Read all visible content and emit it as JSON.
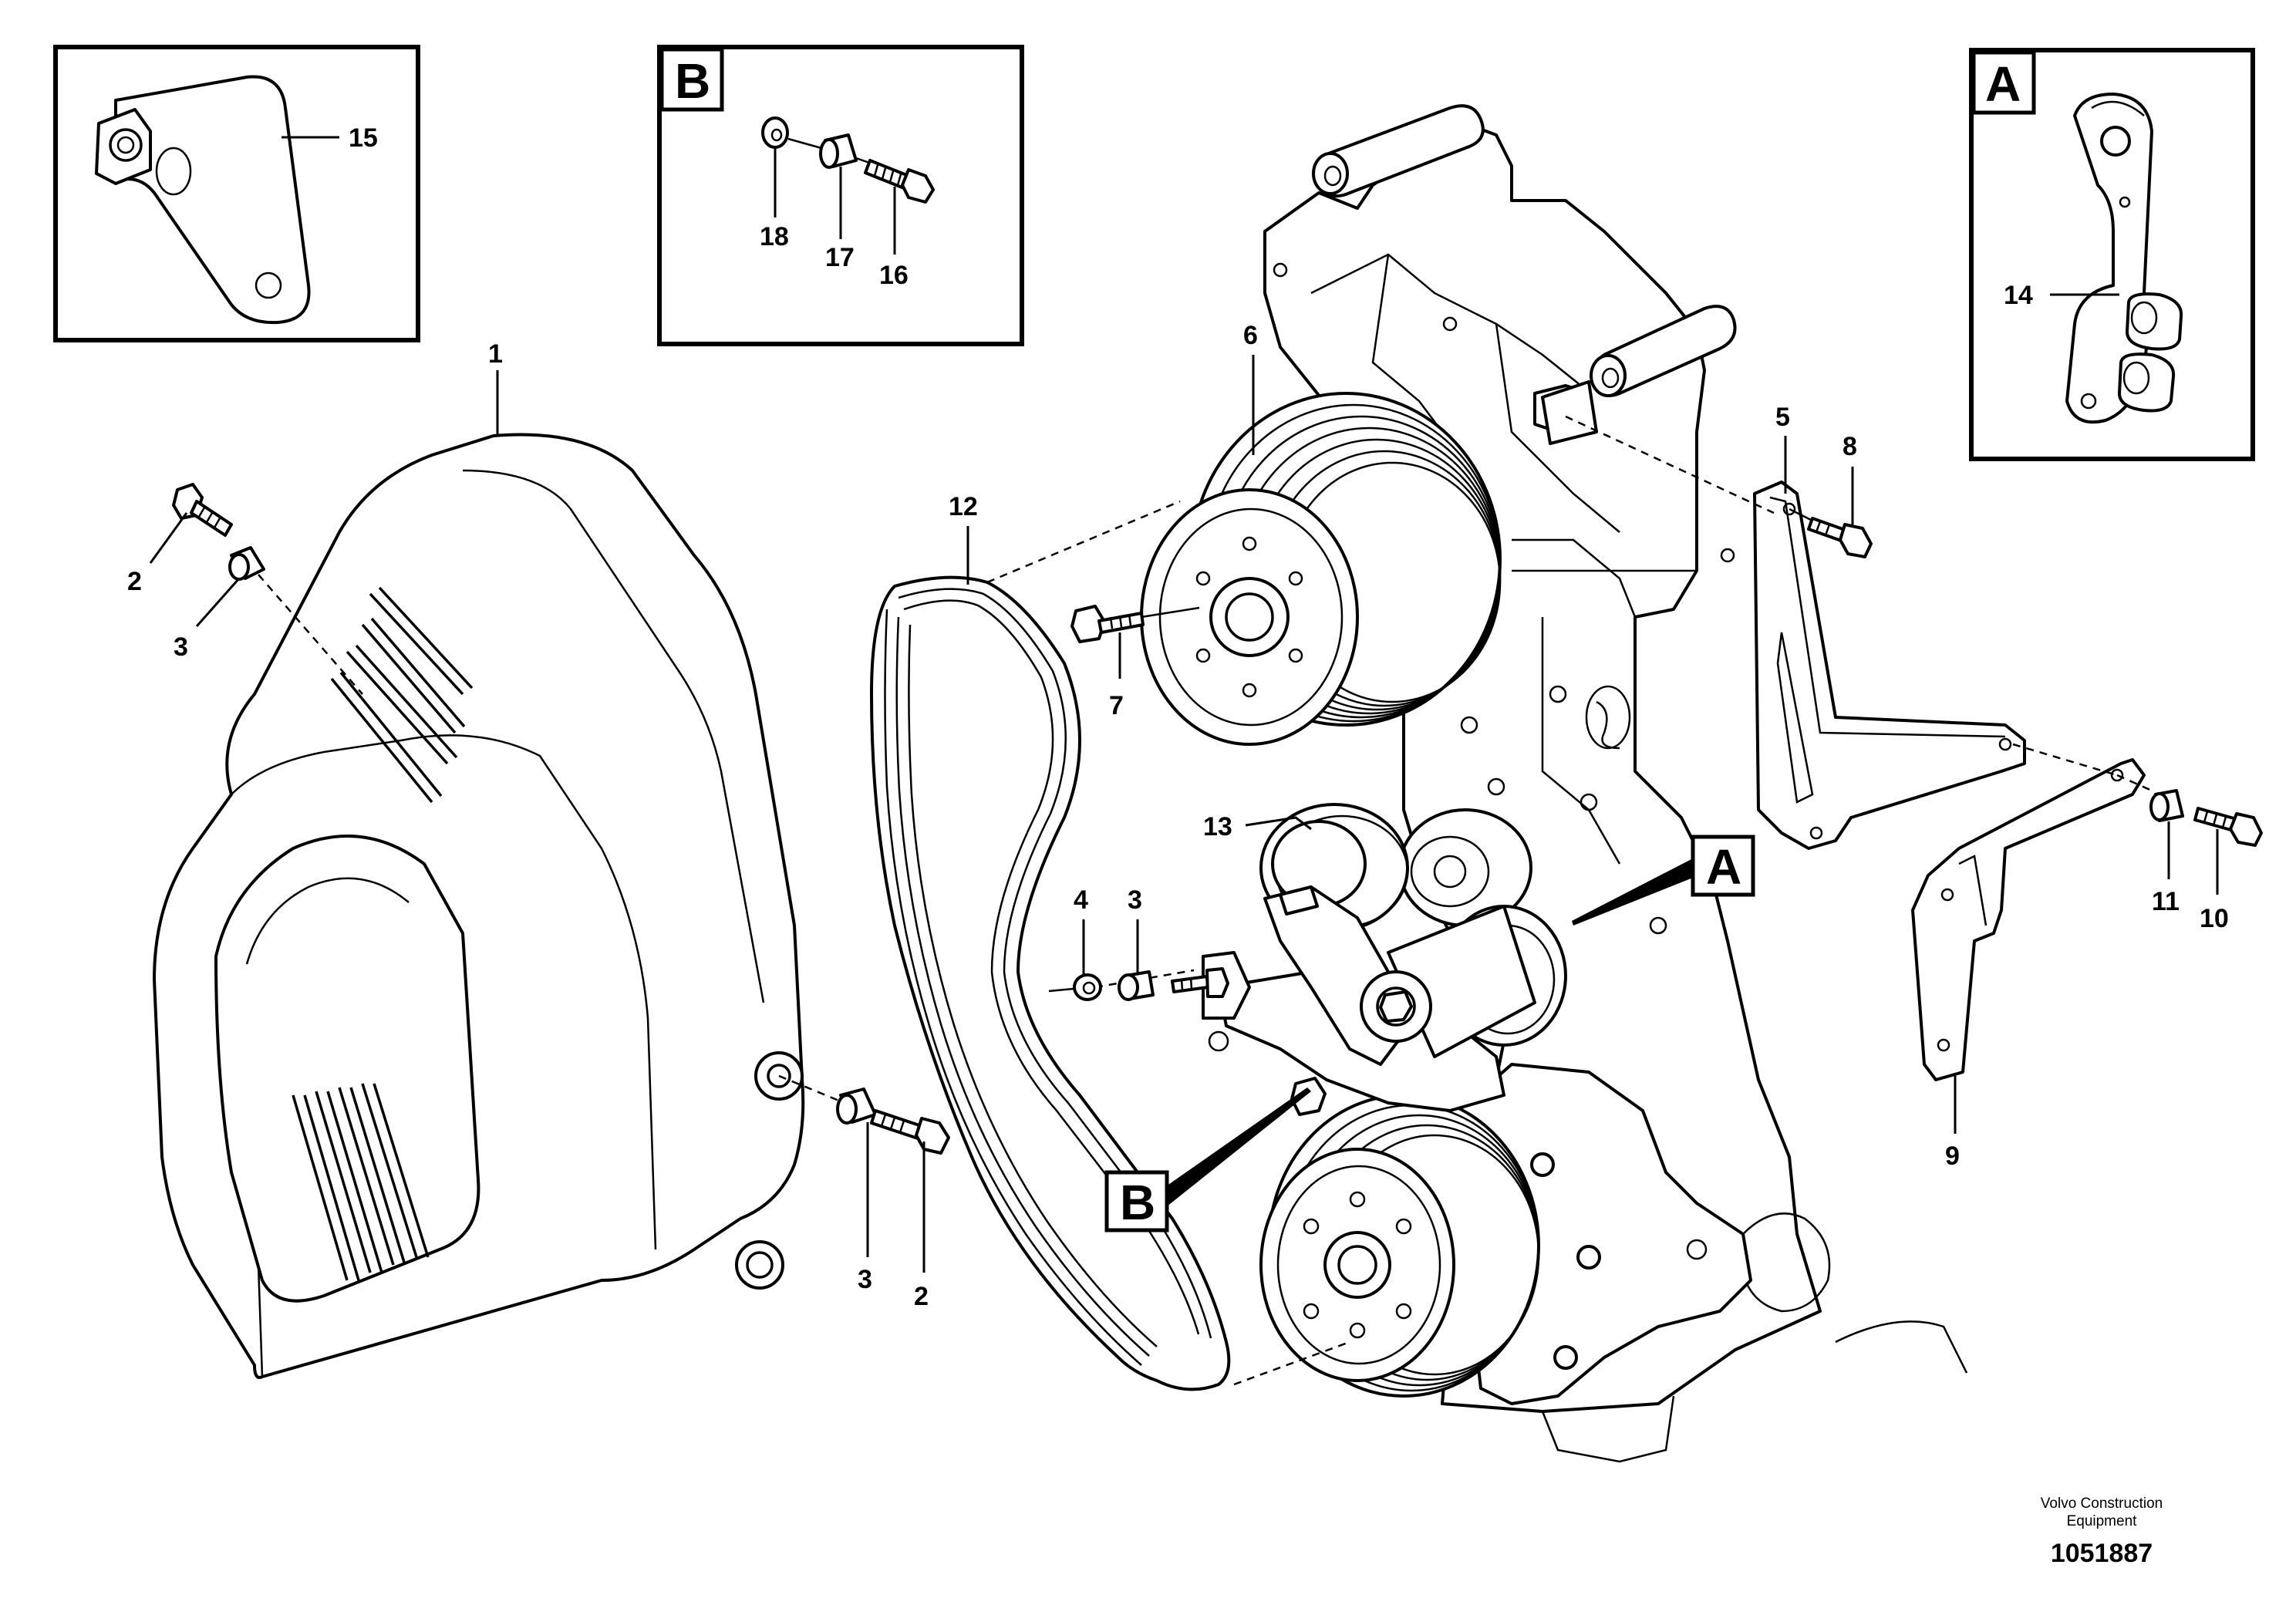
{
  "inset_panels": {
    "panel_15": {
      "part_label": "15"
    },
    "panel_b": {
      "letter": "B",
      "part_labels": [
        "18",
        "17",
        "16"
      ]
    },
    "panel_a": {
      "letter": "A",
      "part_label": "14"
    }
  },
  "callouts": {
    "a": "A",
    "b": "B"
  },
  "part_labels": {
    "p1": "1",
    "p2_top": "2",
    "p3_top": "3",
    "p2_bottom": "2",
    "p3_bottom": "3",
    "p3_mid": "3",
    "p4": "4",
    "p5": "5",
    "p6": "6",
    "p7": "7",
    "p8": "8",
    "p9": "9",
    "p10": "10",
    "p11": "11",
    "p12": "12",
    "p13": "13"
  },
  "footer": {
    "credit_line1": "Volvo Construction",
    "credit_line2": "Equipment",
    "reference_number": "1051887"
  }
}
